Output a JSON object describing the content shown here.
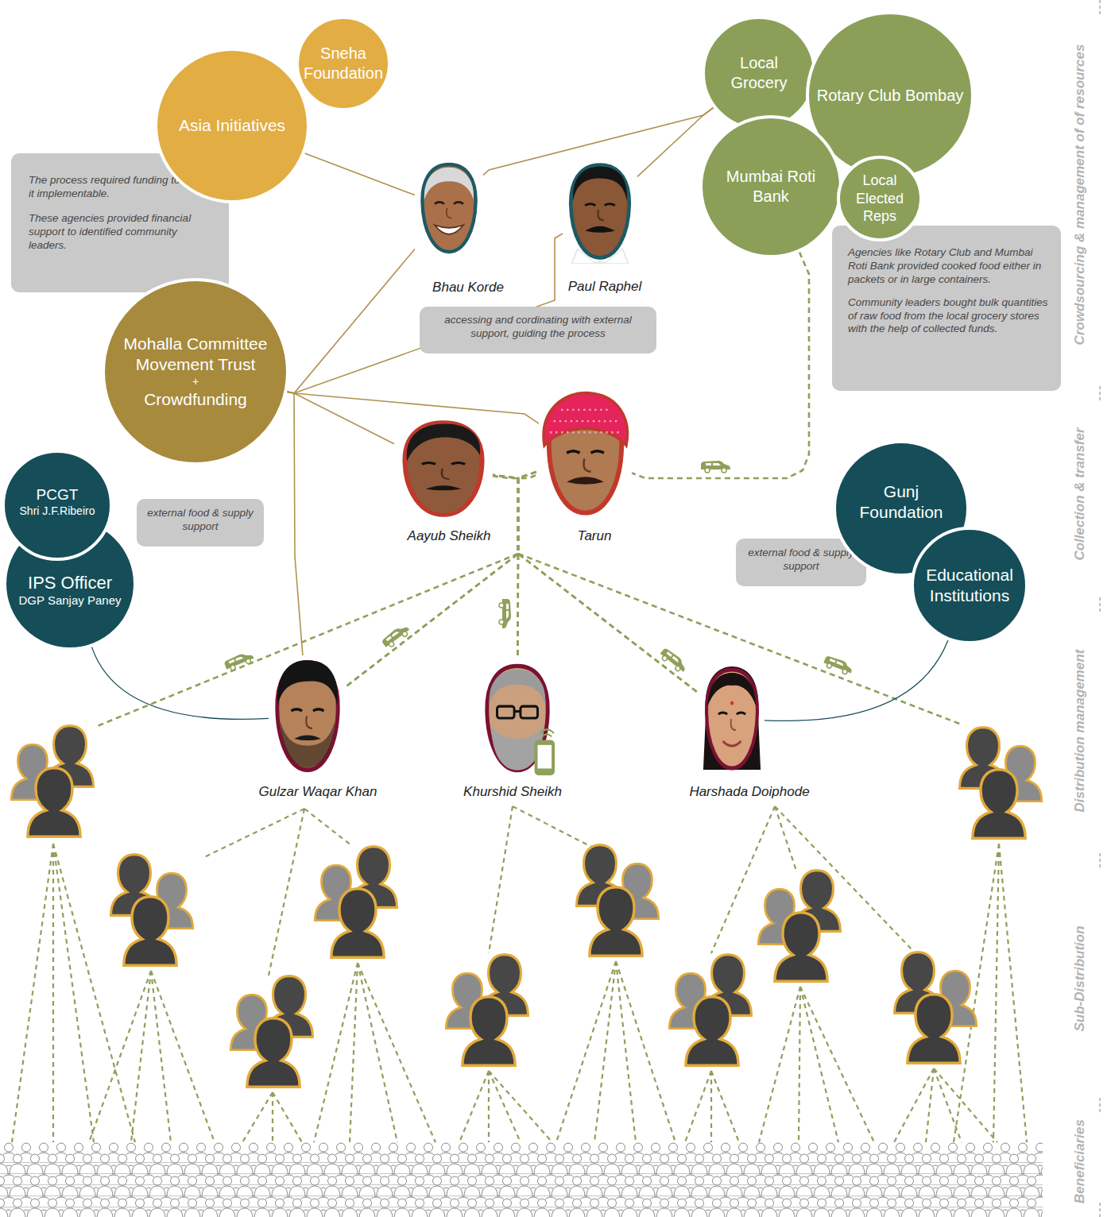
{
  "diagram": {
    "nodes": [
      {
        "text": [
          "Sneha Foundation"
        ]
      },
      {
        "text": [
          "Asia Initiatives"
        ]
      },
      {
        "text": [
          "Local Grocery"
        ]
      },
      {
        "text": [
          "Rotary Club Bombay"
        ]
      },
      {
        "text": [
          "Mumbai Roti Bank"
        ]
      },
      {
        "text": [
          "Local Elected Reps"
        ]
      },
      {
        "text": [
          "The process required funding to make it implementable.",
          "These agencies provided financial support to identified community leaders."
        ]
      },
      {
        "text": [
          "Bhau Korde"
        ]
      },
      {
        "text": [
          "Paul Raphel"
        ]
      },
      {
        "text": [
          "accessing and cordinating with external support, guiding the process"
        ]
      },
      {
        "text": [
          "Agencies like Rotary Club and Mumbai Roti Bank provided cooked food either in packets or in large containers.",
          "Community leaders bought bulk quantities of raw food from the local grocery stores with the help of collected funds."
        ]
      },
      {
        "text": [
          "Mohalla Committee Movement Trust",
          "+",
          "Crowdfunding"
        ]
      },
      {
        "text": [
          "Aayub Sheikh"
        ]
      },
      {
        "text": [
          "Tarun"
        ]
      },
      {
        "text": [
          "PCGT",
          "Shri J.F.Ribeiro"
        ]
      },
      {
        "text": [
          "IPS Officer",
          "DGP Sanjay Paney"
        ]
      },
      {
        "text": [
          "external food & supply support"
        ]
      },
      {
        "text": [
          "Gunj Foundation"
        ]
      },
      {
        "text": [
          "Educational Institutions"
        ]
      },
      {
        "text": [
          "external food & supply support"
        ]
      },
      {
        "text": [
          "Gulzar Waqar Khan"
        ]
      },
      {
        "text": [
          "Khurshid Sheikh"
        ]
      },
      {
        "text": [
          "Harshada Doiphode"
        ]
      }
    ],
    "edges": [
      {
        "from": 1,
        "to": 7,
        "arrow": "none"
      },
      {
        "from": 7,
        "to": 2,
        "arrow": "none"
      },
      {
        "from": 8,
        "to": 2,
        "arrow": "none"
      },
      {
        "from": 11,
        "to": 7,
        "arrow": "none"
      },
      {
        "from": 11,
        "to": 8,
        "arrow": "none"
      },
      {
        "from": 11,
        "to": 12,
        "arrow": "none"
      },
      {
        "from": 11,
        "to": 13,
        "arrow": "none"
      },
      {
        "from": 11,
        "to": 20,
        "arrow": "none"
      },
      {
        "from": 4,
        "to": 13,
        "arrow": "none"
      },
      {
        "from": 12,
        "to": 13,
        "arrow": "none"
      },
      {
        "from": 12,
        "to": 20,
        "arrow": "none"
      },
      {
        "from": 12,
        "to": 21,
        "arrow": "none"
      },
      {
        "from": 12,
        "to": 22,
        "arrow": "none"
      },
      {
        "from": 13,
        "to": 20,
        "arrow": "none"
      },
      {
        "from": 13,
        "to": 21,
        "arrow": "none"
      },
      {
        "from": 13,
        "to": 22,
        "arrow": "none"
      },
      {
        "from": 15,
        "to": 20,
        "arrow": "none"
      },
      {
        "from": 18,
        "to": 22,
        "arrow": "none"
      }
    ],
    "labels": [
      "Crowdsourcing & management of of resources",
      "Collection & transfer",
      "Distribution management",
      "Sub-Distribution",
      "Beneficiaries"
    ]
  }
}
